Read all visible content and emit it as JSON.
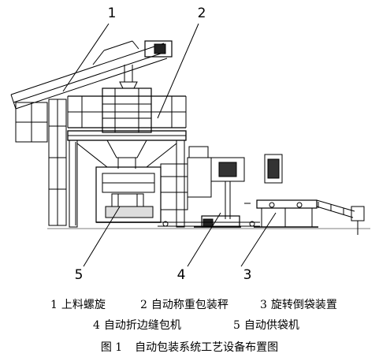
{
  "callouts": [
    {
      "id": "1",
      "label": "1"
    },
    {
      "id": "2",
      "label": "2"
    },
    {
      "id": "3",
      "label": "3"
    },
    {
      "id": "4",
      "label": "4"
    },
    {
      "id": "5",
      "label": "5"
    }
  ],
  "legend": [
    {
      "num": "1",
      "text": "上料螺旋"
    },
    {
      "num": "2",
      "text": "自动称重包装秤"
    },
    {
      "num": "3",
      "text": "旋转倒袋装置"
    },
    {
      "num": "4",
      "text": "自动折边缝包机"
    },
    {
      "num": "5",
      "text": "自动供袋机"
    }
  ],
  "caption": {
    "figure_number": "图 1",
    "title": "自动包装系统工艺设备布置图"
  }
}
